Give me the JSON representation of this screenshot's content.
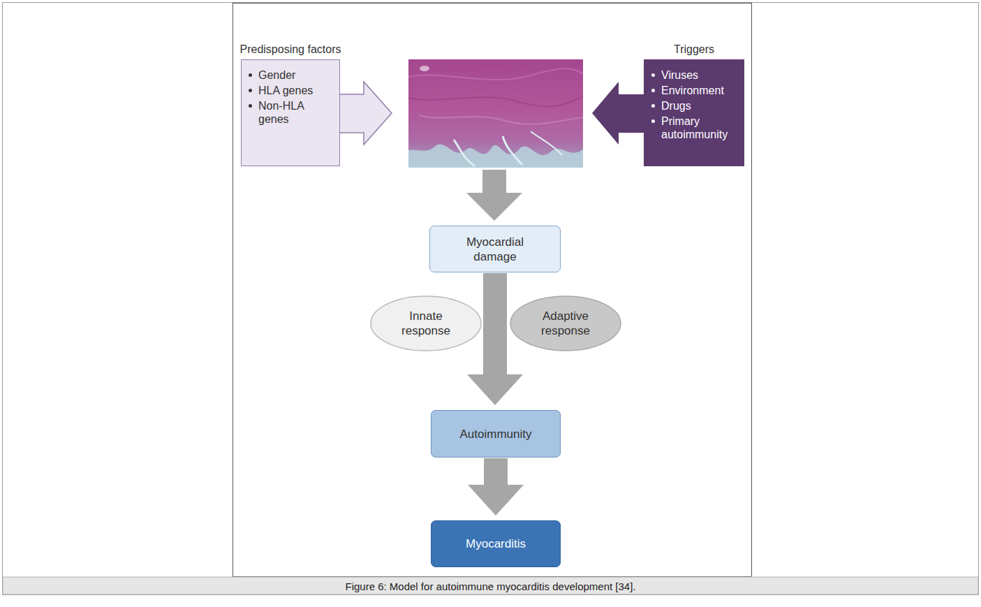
{
  "diagram": {
    "caption": "Figure 6: Model for autoimmune myocarditis development [34].",
    "nodes": [
      {
        "text": [
          "Predisposing factors",
          "Gender",
          "HLA genes",
          "Non-HLA genes"
        ]
      },
      {
        "text": [
          "Triggers",
          "Viruses",
          "Environment",
          "Drugs",
          "Primary autoimmunity"
        ]
      },
      {
        "text": [
          "Myocardial damage"
        ]
      },
      {
        "text": [
          "Innate response"
        ]
      },
      {
        "text": [
          "Adaptive response"
        ]
      },
      {
        "text": [
          "Autoimmunity"
        ]
      },
      {
        "text": [
          "Myocarditis"
        ]
      }
    ],
    "edges": [
      {
        "from": 2,
        "to": 5,
        "arrow": "to"
      },
      {
        "from": 5,
        "to": 6,
        "arrow": "to"
      }
    ]
  }
}
